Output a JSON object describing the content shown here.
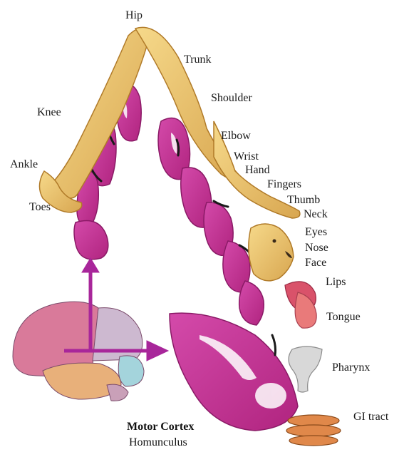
{
  "labels": {
    "hip": "Hip",
    "trunk": "Trunk",
    "shoulder": "Shoulder",
    "knee": "Knee",
    "elbow": "Elbow",
    "wrist": "Wrist",
    "hand": "Hand",
    "ankle": "Ankle",
    "fingers": "Fingers",
    "thumb": "Thumb",
    "toes": "Toes",
    "neck": "Neck",
    "eyes": "Eyes",
    "nose": "Nose",
    "face": "Face",
    "lips": "Lips",
    "tongue": "Tongue",
    "pharynx": "Pharynx",
    "gi_tract": "GI tract"
  },
  "caption": {
    "title": "Motor Cortex",
    "subtitle": "Homunculus"
  },
  "colors": {
    "cortex": "#c8329e",
    "cortex_light": "#e9a2d6",
    "body": "#f2c86a",
    "body_shade": "#c9963a",
    "arrow": "#a8269a",
    "brain_frontal": "#d97a9a",
    "brain_parietal": "#c9b7c9",
    "brain_temporal": "#e6b07a",
    "brain_occipital": "#9fd0d8"
  }
}
